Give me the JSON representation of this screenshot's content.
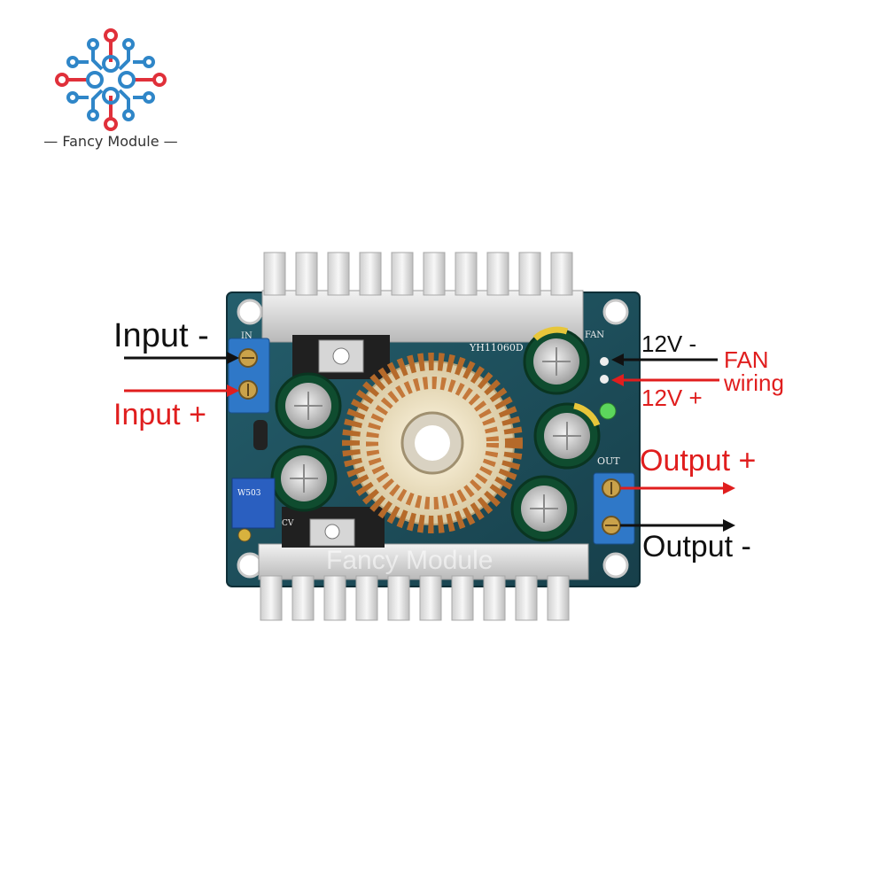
{
  "brand": {
    "name": "— Fancy Module —",
    "colors": {
      "blue": "#2f86c8",
      "red": "#e0303a"
    }
  },
  "board": {
    "chip_label": "YH11060D",
    "pcb_labels": {
      "in": "IN",
      "fan": "FAN",
      "out": "OUT",
      "cv": "CV",
      "pot": "W503"
    },
    "pcb_color": "#1e4f5c",
    "heatsink_color": "#d9d9d9"
  },
  "watermark": "Fancy Module",
  "annotations": {
    "input_minus": "Input -",
    "input_plus": "Input +",
    "fan_minus": "12V -",
    "fan_plus": "12V +",
    "fan_title_line1": "FAN",
    "fan_title_line2": "wiring",
    "output_plus": "Output +",
    "output_minus": "Output -"
  },
  "arrow_colors": {
    "negative": "#111111",
    "positive": "#e01e1e"
  }
}
